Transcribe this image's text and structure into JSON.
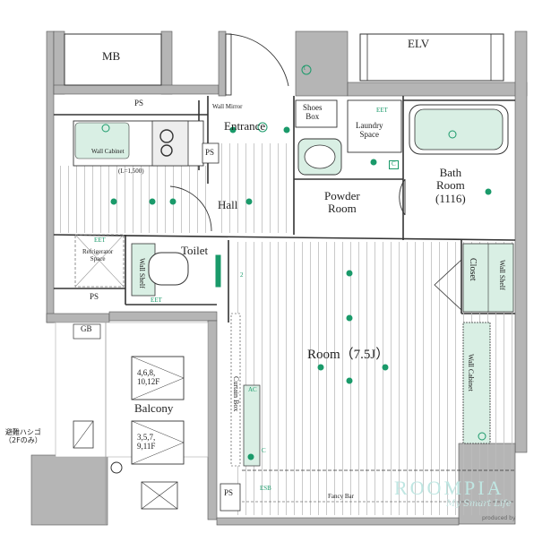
{
  "rooms": {
    "mb": "MB",
    "elv": "ELV",
    "ps_top": "PS",
    "ps_kitchen": "PS",
    "ps_left": "PS",
    "ps_bottom": "PS",
    "wall_mirror": "Wall Mirror",
    "shoes_box": [
      "Shoes",
      "Box"
    ],
    "laundry_space": [
      "Laundry",
      "Space"
    ],
    "entrance": "Entrance",
    "wall_cabinet_kitchen": "Wall Cabinet",
    "kitchen_length": "(L=1,500)",
    "hall": "Hall",
    "powder_room": [
      "Powder",
      "Room"
    ],
    "bath_room": [
      "Bath",
      "Room",
      "(1116)"
    ],
    "refrigerator_space": [
      "Refrigerator",
      "Space"
    ],
    "toilet": "Toilet",
    "wall_shelf_toilet": "Wall Shelf",
    "closet": "Closet",
    "wall_shelf_closet": "Wall Shelf",
    "gb": "GB",
    "room": "Room（7.5J）",
    "floors_a": [
      "4,6,8,",
      "10,12F"
    ],
    "balcony": "Balcony",
    "floors_b": [
      "3,5,7,",
      "9,11F"
    ],
    "evac_ladder": [
      "避難ハシゴ",
      "（2Fのみ）"
    ],
    "curtain_box": "Curtain Box",
    "wall_cabinet_room": "Wall Cabinet",
    "fancy_bar": "Fancy Bar",
    "ac": "AC",
    "symbol_t": "t",
    "symbol_c": "C",
    "symbol_c2": "C",
    "eet": "EET",
    "eet2": "EET",
    "eet3": "EET",
    "esb": "ESB",
    "e2": "2"
  },
  "brand": {
    "name": "ROOMPIA",
    "tagline": "My Smart Life",
    "produced": "produced by"
  },
  "colors": {
    "wall": "#a8a8a8",
    "line": "#333333",
    "accent": "#1a9a6a",
    "fixture": "#d9efe4"
  }
}
